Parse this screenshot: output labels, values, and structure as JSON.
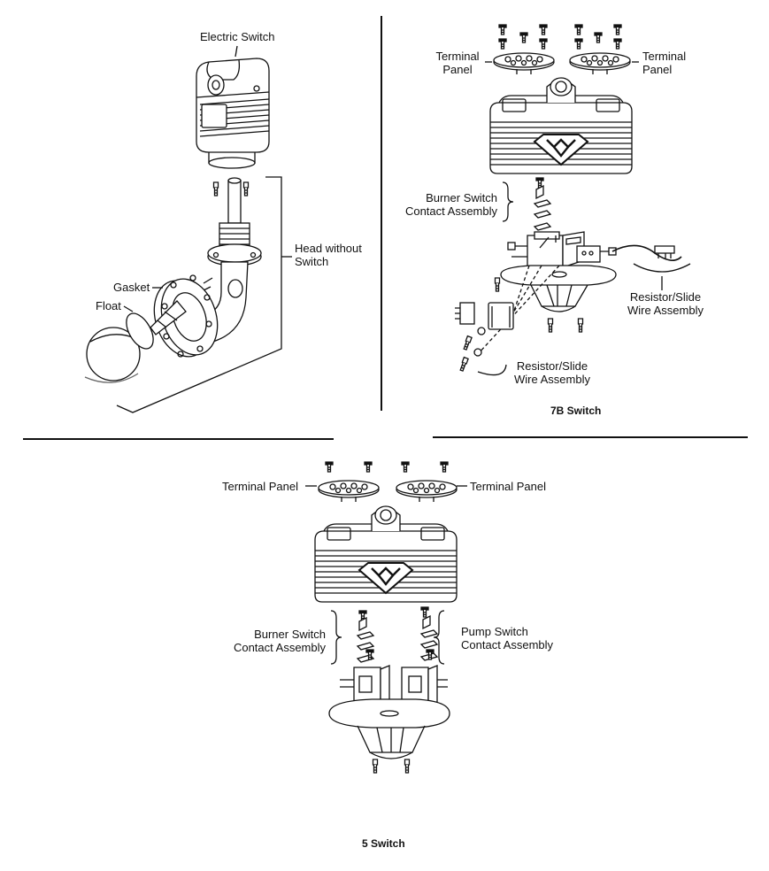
{
  "labels": {
    "electric_switch": "Electric Switch",
    "head_without_switch_l1": "Head without",
    "head_without_switch_l2": "Switch",
    "gasket": "Gasket",
    "float": "Float",
    "terminal_panel_7b_left_l1": "Terminal",
    "terminal_panel_7b_left_l2": "Panel",
    "terminal_panel_7b_right_l1": "Terminal",
    "terminal_panel_7b_right_l2": "Panel",
    "burner_switch_7b_l1": "Burner Switch",
    "burner_switch_7b_l2": "Contact Assembly",
    "resistor_right_l1": "Resistor/Slide",
    "resistor_right_l2": "Wire Assembly",
    "resistor_bottom_l1": "Resistor/Slide",
    "resistor_bottom_l2": "Wire Assembly",
    "terminal_panel_5_left": "Terminal Panel",
    "terminal_panel_5_right": "Terminal Panel",
    "burner_switch_5_l1": "Burner Switch",
    "burner_switch_5_l2": "Contact Assembly",
    "pump_switch_5_l1": "Pump Switch",
    "pump_switch_5_l2": "Contact Assembly"
  },
  "captions": {
    "switch_7b": "7B Switch",
    "switch_5": "5 Switch"
  },
  "colors": {
    "line": "#111111",
    "background": "#ffffff",
    "shade": "#e8e8e8"
  }
}
